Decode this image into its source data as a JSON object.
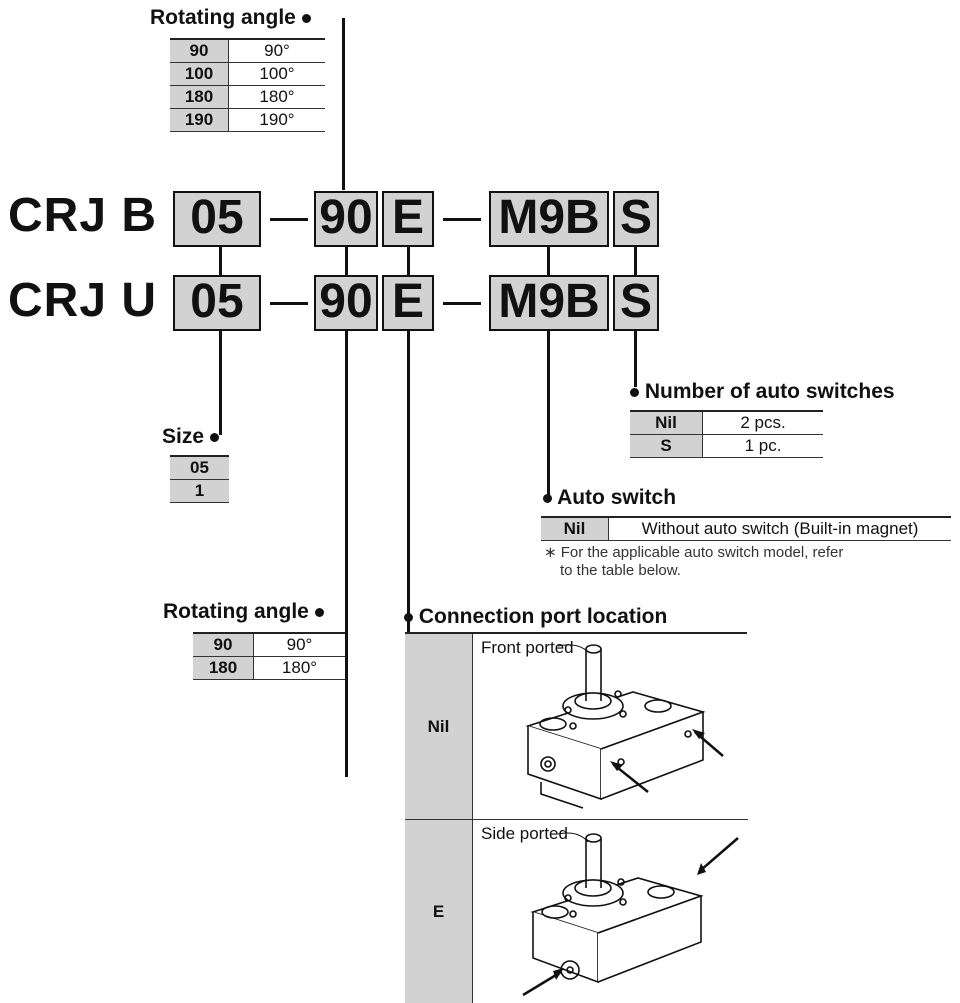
{
  "rotating_angle_top": {
    "title": "Rotating angle",
    "rows": [
      [
        "90",
        "90°"
      ],
      [
        "100",
        "100°"
      ],
      [
        "180",
        "180°"
      ],
      [
        "190",
        "190°"
      ]
    ]
  },
  "model_b": {
    "prefix": "CRJ B",
    "size": "05",
    "angle": "90",
    "port": "E",
    "switch": "M9B",
    "count": "S"
  },
  "model_u": {
    "prefix": "CRJ U",
    "size": "05",
    "angle": "90",
    "port": "E",
    "switch": "M9B",
    "count": "S"
  },
  "size": {
    "title": "Size",
    "rows": [
      "05",
      "1"
    ]
  },
  "num_switches": {
    "title": "Number of auto switches",
    "rows": [
      [
        "Nil",
        "2 pcs."
      ],
      [
        "S",
        "1 pc."
      ]
    ]
  },
  "auto_switch": {
    "title": "Auto switch",
    "rows": [
      [
        "Nil",
        "Without auto switch (Built-in magnet)"
      ]
    ],
    "note_mark": "∗",
    "note_line1": "For the applicable auto switch model, refer",
    "note_line2": "to the table below."
  },
  "rotating_angle_bottom": {
    "title": "Rotating angle",
    "rows": [
      [
        "90",
        "90°"
      ],
      [
        "180",
        "180°"
      ]
    ]
  },
  "connection_port": {
    "title": "Connection port location",
    "rows": [
      {
        "key": "Nil",
        "label": "Front ported"
      },
      {
        "key": "E",
        "label": "Side ported"
      }
    ]
  }
}
